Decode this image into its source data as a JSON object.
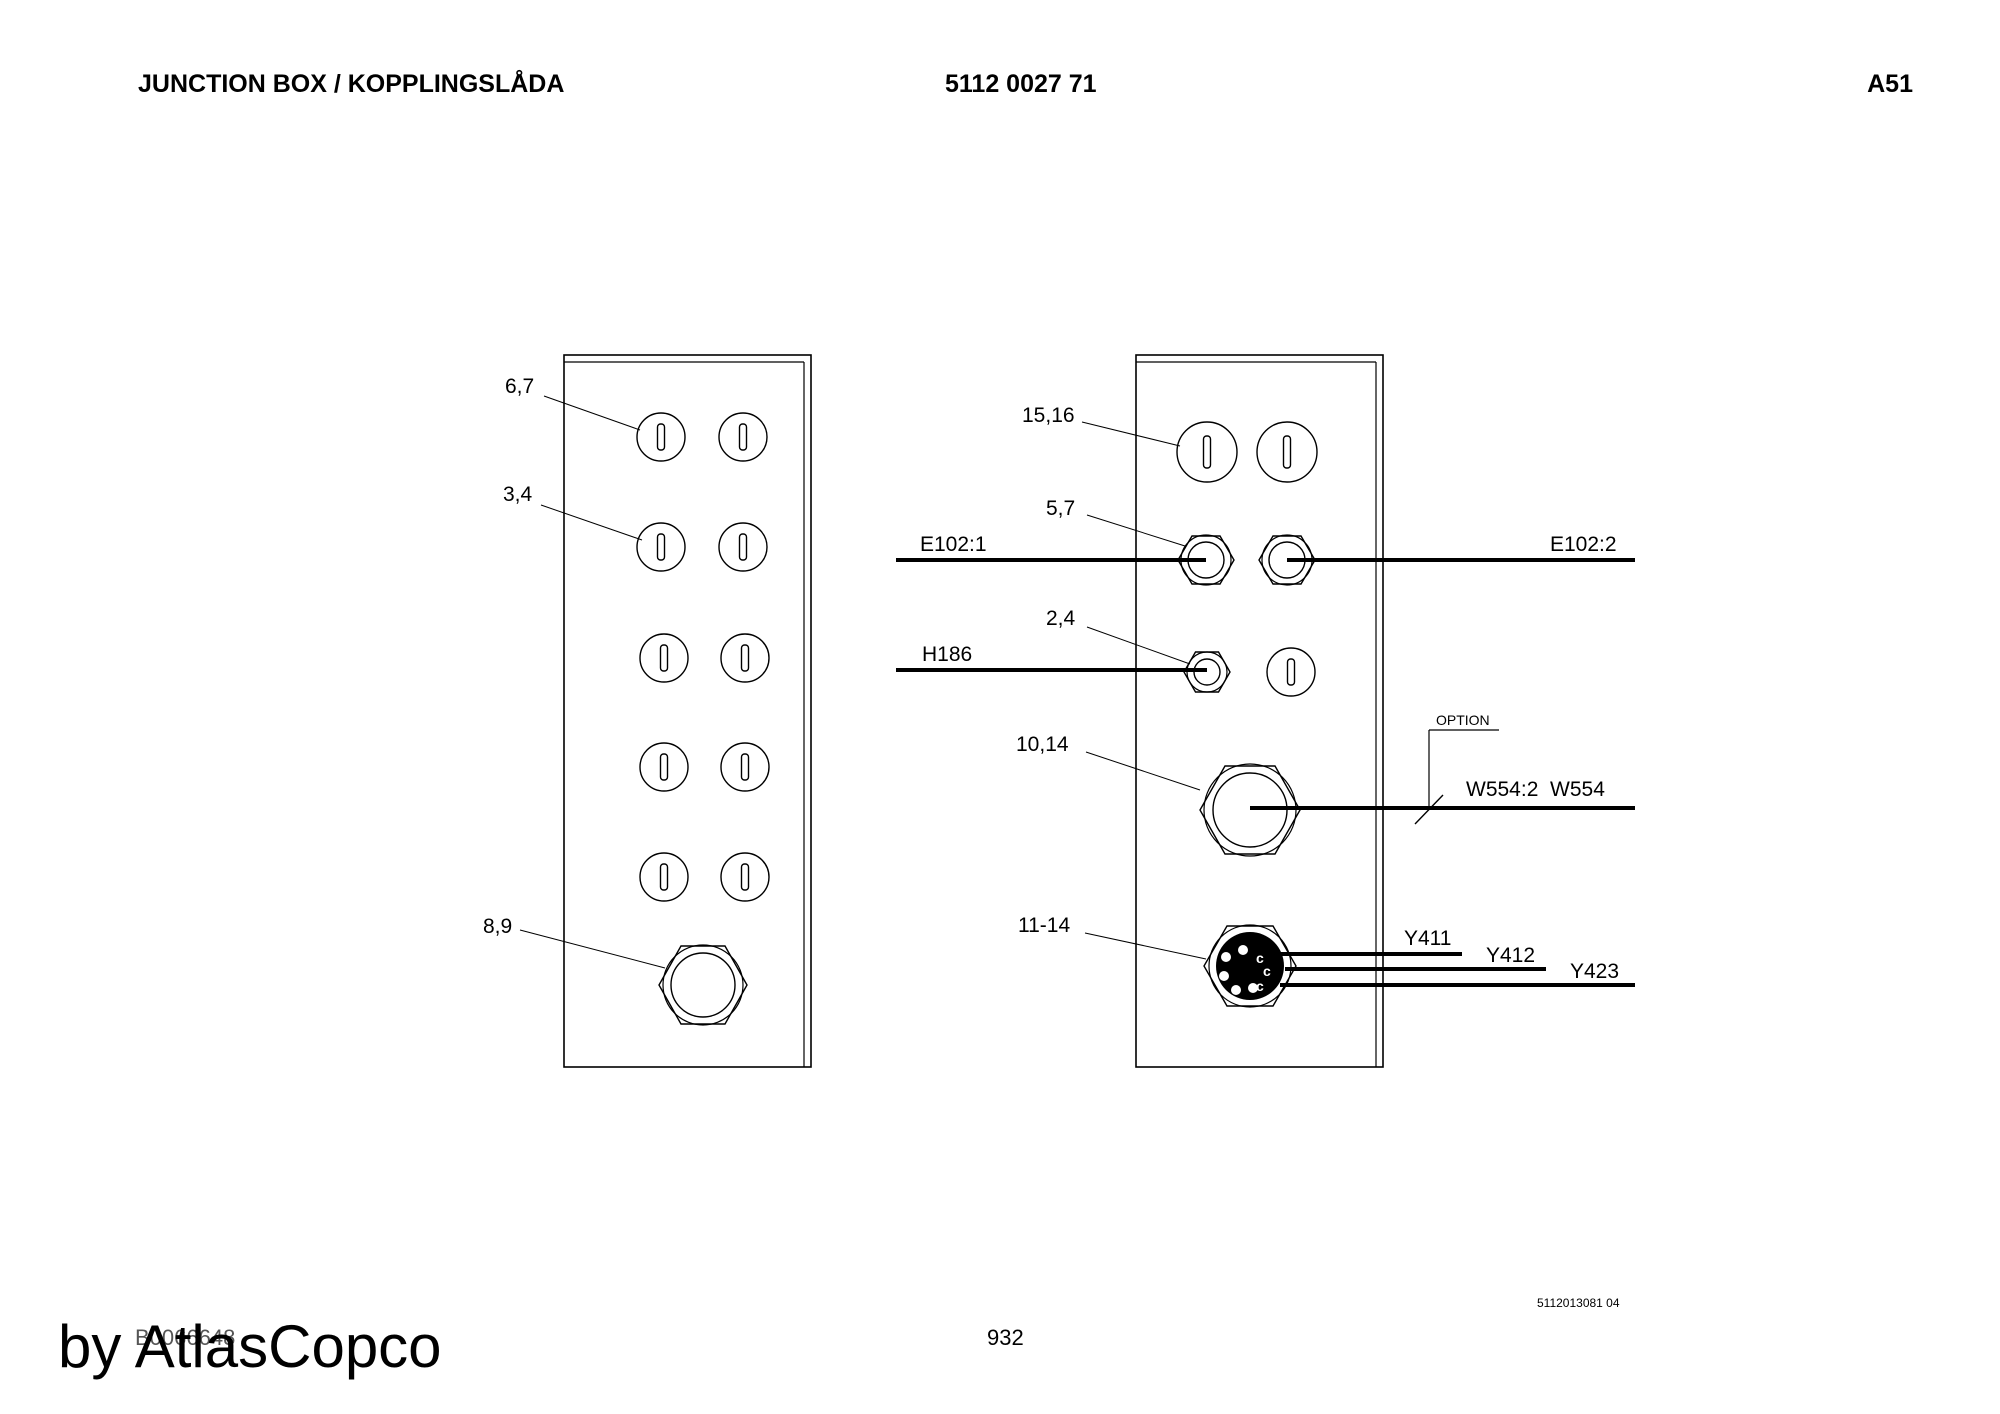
{
  "header": {
    "title": "JUNCTION BOX / KOPPLINGSLÅDA",
    "part_number": "5112 0027 71",
    "sheet": "A51"
  },
  "left_box": {
    "callouts": {
      "top_plugs": "6,7",
      "second_plugs": "3,4",
      "bottom_gland": "8,9"
    }
  },
  "right_box": {
    "callouts": {
      "top_plugs": "15,16",
      "small_glands": "5,7",
      "lamp_gland": "2,4",
      "large_gland": "10,14",
      "connector": "11-14"
    },
    "wires": {
      "e102_1": "E102:1",
      "e102_2": "E102:2",
      "h186": "H186",
      "option": "OPTION",
      "w554": "W554:2  W554",
      "y411": "Y411",
      "y412": "Y412",
      "y423": "Y423"
    }
  },
  "footer": {
    "drawing_number": "5112013081 04",
    "page_number": "932",
    "document_id": "B0066648",
    "brand": "by AtlasCopco"
  }
}
